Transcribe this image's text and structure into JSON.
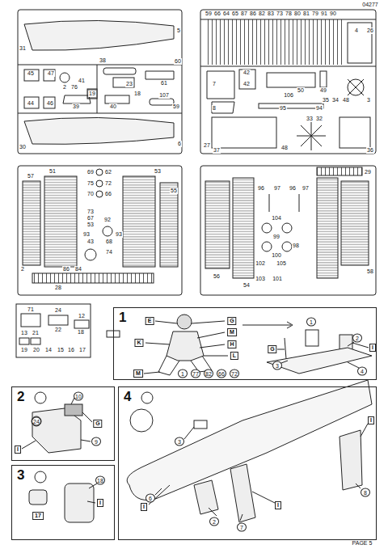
{
  "diagram": {
    "nodes": [
      {
        "text": [
          "1"
        ]
      },
      {
        "text": [
          "2"
        ]
      },
      {
        "text": [
          "3"
        ]
      },
      {
        "text": [
          "4"
        ]
      }
    ],
    "labels": [
      "31",
      "5",
      "45",
      "47",
      "2",
      "41",
      "38",
      "60",
      "76",
      "23",
      "19",
      "18",
      "61",
      "107",
      "39",
      "40",
      "59",
      "44",
      "46",
      "30",
      "6",
      "59",
      "66",
      "64",
      "65",
      "87",
      "86",
      "82",
      "83",
      "73",
      "78",
      "80",
      "81",
      "79",
      "91",
      "90",
      "4",
      "26",
      "7",
      "42",
      "42",
      "50",
      "49",
      "106",
      "35",
      "34",
      "48",
      "3",
      "8",
      "95",
      "94",
      "27",
      "37",
      "33",
      "32",
      "48",
      "36",
      "57",
      "51",
      "69",
      "62",
      "75",
      "72",
      "70",
      "66",
      "53",
      "55",
      "73",
      "67",
      "53",
      "92",
      "93",
      "93",
      "43",
      "68",
      "74",
      "86",
      "84",
      "2",
      "28",
      "29",
      "96",
      "97",
      "96",
      "97",
      "104",
      "99",
      "100",
      "98",
      "102",
      "105",
      "103",
      "101",
      "56",
      "54",
      "58",
      "71",
      "24",
      "22",
      "12",
      "13",
      "21",
      "18",
      "19",
      "20",
      "14",
      "15",
      "16",
      "17",
      "E",
      "G",
      "M",
      "K",
      "H",
      "L",
      "M",
      "1",
      "77",
      "82",
      "66",
      "72",
      "1",
      "2",
      "G",
      "3",
      "4",
      "I",
      "10",
      "G",
      "24",
      "9",
      "I",
      "18",
      "17",
      "I",
      "3",
      "6",
      "2",
      "7",
      "8",
      "I",
      "I",
      "I",
      "PAGE 5",
      "04277"
    ]
  }
}
